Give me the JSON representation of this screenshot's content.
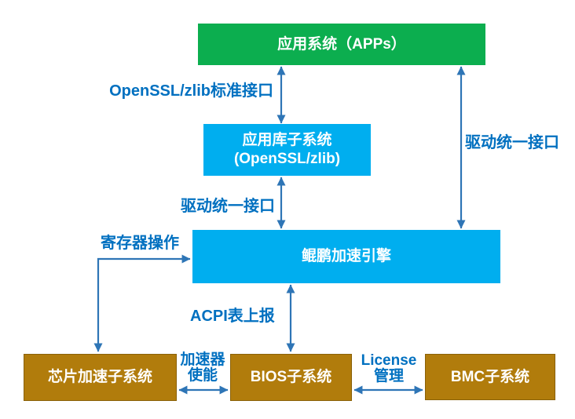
{
  "diagram": {
    "boxes": {
      "apps": {
        "label": "应用系统（APPs）"
      },
      "applib": {
        "line1": "应用库子系统",
        "line2": "(OpenSSL/zlib)"
      },
      "engine": {
        "label": "鲲鹏加速引擎"
      },
      "chip": {
        "label": "芯片加速子系统"
      },
      "bios": {
        "label": "BIOS子系统"
      },
      "bmc": {
        "label": "BMC子系统"
      }
    },
    "edges": {
      "openssl_api": "OpenSSL/zlib标准接口",
      "driver_api_right": "驱动统一接口",
      "driver_api_middle": "驱动统一接口",
      "register_ops": "寄存器操作",
      "acpi_report": "ACPI表上报",
      "accel_enable": {
        "line1": "加速器",
        "line2": "使能"
      },
      "license": {
        "line1": "License",
        "line2": "管理"
      }
    },
    "colors": {
      "apps_green": "#0CAE4F",
      "subsystem_blue": "#00AEEF",
      "firmware_olive": "#B17C0C",
      "arrow_blue": "#2E75B6",
      "label_blue": "#0070C0",
      "box_text": "#FFFFFF",
      "background": "#FFFFFF"
    }
  }
}
